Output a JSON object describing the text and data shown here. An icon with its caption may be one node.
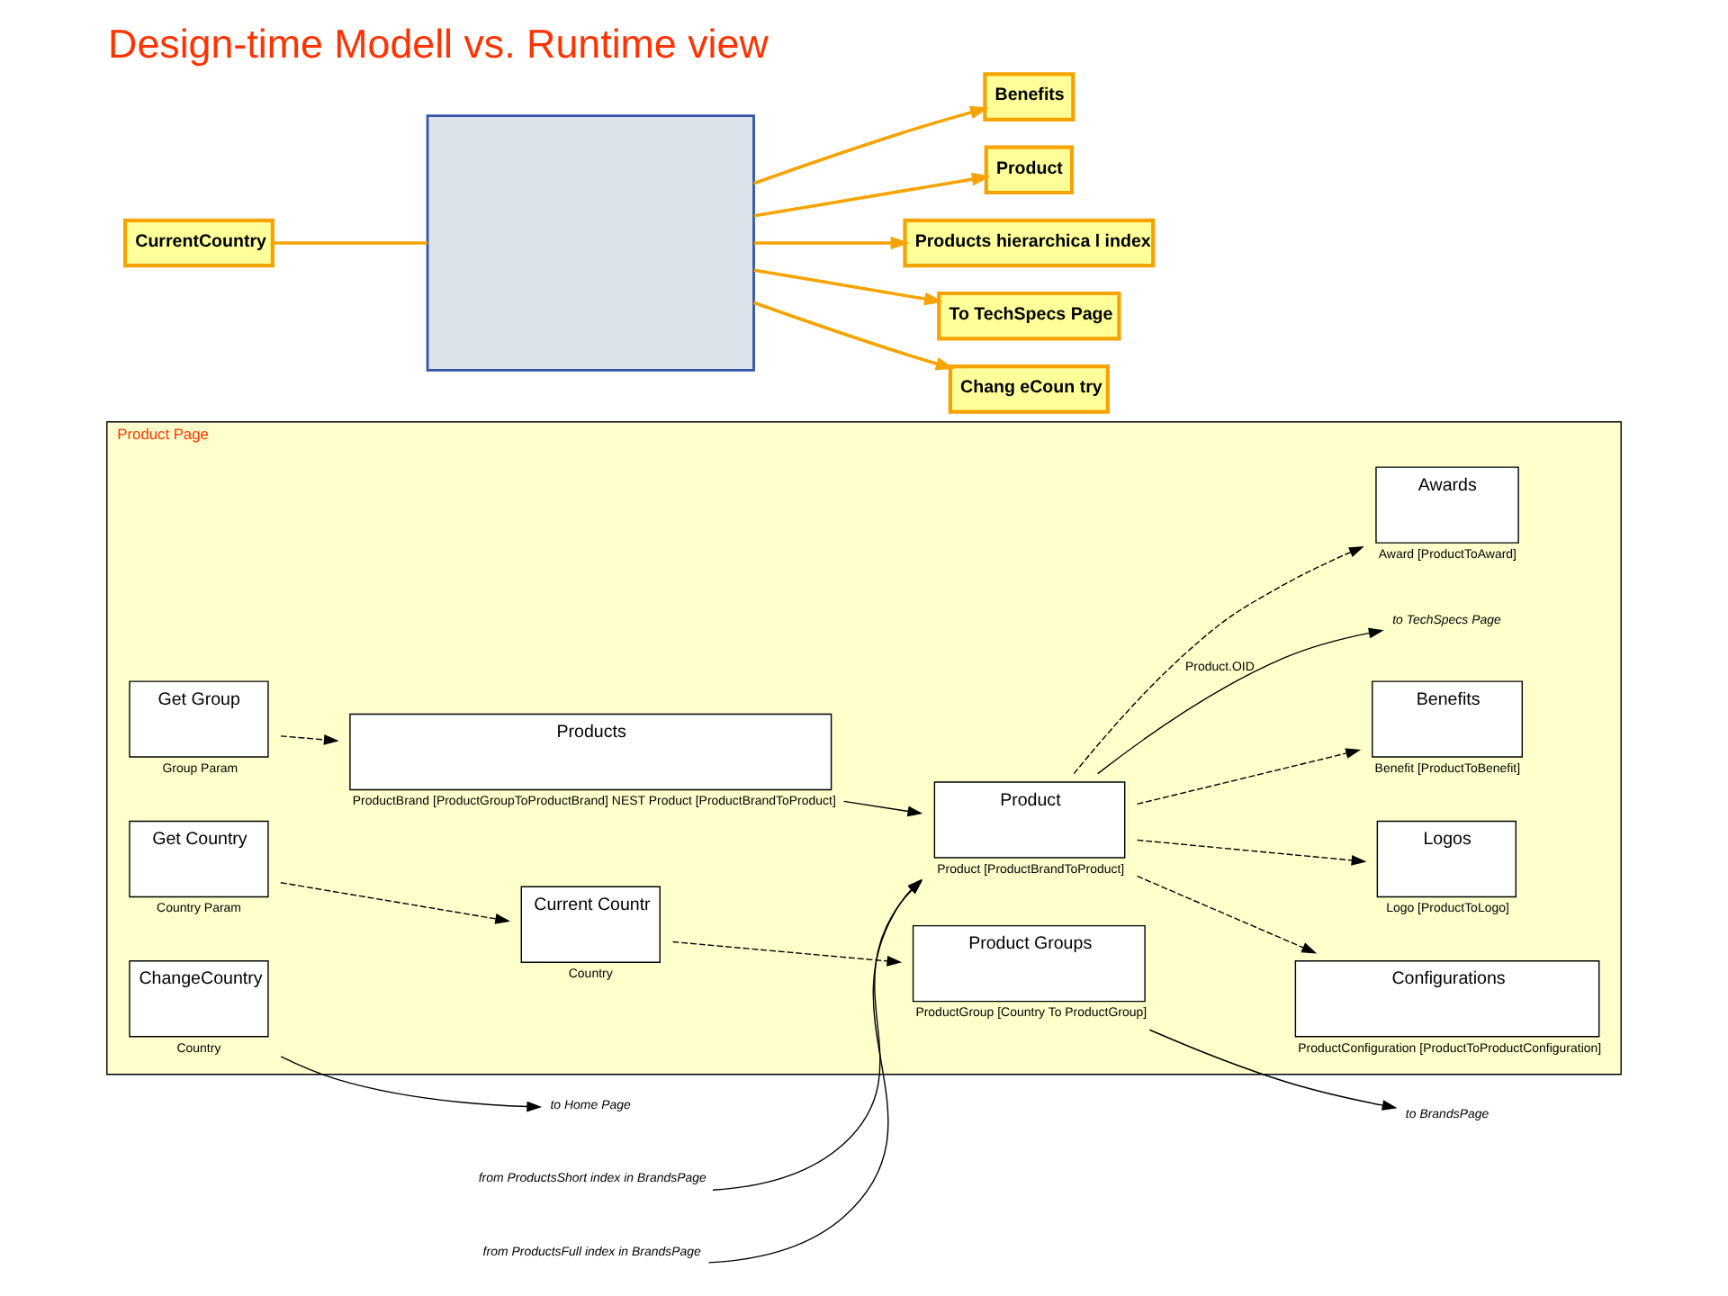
{
  "diagram": {
    "title": "Design-time Modell vs. Runtime view",
    "nodes": [
      {
        "text": [
          "Product Page"
        ]
      },
      {
        "text": [
          "ChangeCountry"
        ],
        "beside": [
          "Country"
        ],
        "in": 0
      },
      {
        "text": [
          "Get Country"
        ],
        "beside": [
          "Country Param"
        ],
        "in": 0
      },
      {
        "text": [
          "Awards"
        ],
        "beside": [
          "Award [ProductToAward]"
        ],
        "in": 0
      },
      {
        "text": [
          "Configurations"
        ],
        "beside": [
          "ProductConfiguration [ProductToProductConfiguration]"
        ],
        "in": 0
      },
      {
        "text": [
          "Current Countr"
        ],
        "beside": [
          "Country"
        ],
        "in": 0
      },
      {
        "text": [
          "Product Groups"
        ],
        "beside": [
          "ProductGroup [Country To ProductGroup]"
        ],
        "in": 0
      },
      {
        "text": [
          "Logos"
        ],
        "beside": [
          "Logo [ProductToLogo]"
        ],
        "in": 0
      },
      {
        "text": [
          "Product"
        ],
        "beside": [
          "Product [ProductBrandToProduct]"
        ],
        "in": 0
      },
      {
        "text": [
          "Benefits"
        ],
        "beside": [
          "Benefit [ProductToBenefit]"
        ],
        "in": 0
      },
      {
        "text": [
          "Get Group"
        ],
        "beside": [
          "Group Param"
        ],
        "in": 0
      },
      {
        "text": [
          "Products"
        ],
        "beside": [
          "ProductBrand [ProductGroupToProductBrand] NEST Product [ProductBrandToProduct]"
        ],
        "in": 0
      },
      {
        "text": [
          "to Home Page"
        ]
      },
      {
        "text": [
          "to BrandsPage"
        ]
      },
      {
        "text": [
          "from ProductsFull index in BrandsPage"
        ]
      },
      {
        "text": [
          "from ProductsShort index in BrandsPage"
        ]
      },
      {
        "text": [],
        "shape": "box"
      },
      {
        "text": [
          "CurrentCountry"
        ]
      },
      {
        "text": [
          "Chang eCoun try"
        ]
      },
      {
        "text": [
          "Benefits"
        ]
      },
      {
        "text": [
          "Product"
        ]
      },
      {
        "text": [
          "Products hierarchica l index"
        ]
      },
      {
        "text": [
          "To TechSpecs Page"
        ]
      },
      {
        "text": [
          "to TechSpecs Page"
        ],
        "in": 0
      }
    ],
    "edges": [
      {
        "from": 1,
        "to": 12,
        "arrow": "to"
      },
      {
        "from": 6,
        "to": 13,
        "arrow": "to"
      },
      {
        "from": 2,
        "to": 5,
        "arrow": "to",
        "style": "dashed"
      },
      {
        "from": 5,
        "to": 6,
        "arrow": "to",
        "style": "dashed"
      },
      {
        "from": 8,
        "to": 3,
        "arrow": "to",
        "style": "dashed"
      },
      {
        "from": 8,
        "to": 4,
        "arrow": "to",
        "style": "dashed"
      },
      {
        "from": 8,
        "to": 7,
        "arrow": "to",
        "style": "dashed"
      },
      {
        "from": 8,
        "to": 9,
        "arrow": "to",
        "style": "dashed"
      },
      {
        "from": 14,
        "to": 8,
        "arrow": "to"
      },
      {
        "from": 15,
        "to": 8,
        "arrow": "to"
      },
      {
        "from": 11,
        "to": 8,
        "arrow": "to"
      },
      {
        "from": 10,
        "to": 11,
        "arrow": "to",
        "style": "dashed"
      },
      {
        "from": 8,
        "to": 23,
        "arrow": "to",
        "label": "Product.OID"
      },
      {
        "from": 17,
        "to": 16,
        "arrow": "none",
        "color": "#f5a300"
      },
      {
        "from": 16,
        "to": 18,
        "arrow": "to",
        "color": "#f5a300"
      },
      {
        "from": 16,
        "to": 19,
        "arrow": "to",
        "color": "#f5a300"
      },
      {
        "from": 16,
        "to": 20,
        "arrow": "to",
        "color": "#f5a300"
      },
      {
        "from": 16,
        "to": 21,
        "arrow": "to",
        "color": "#f5a300"
      },
      {
        "from": 16,
        "to": 22,
        "arrow": "to",
        "color": "#f5a300"
      }
    ]
  }
}
